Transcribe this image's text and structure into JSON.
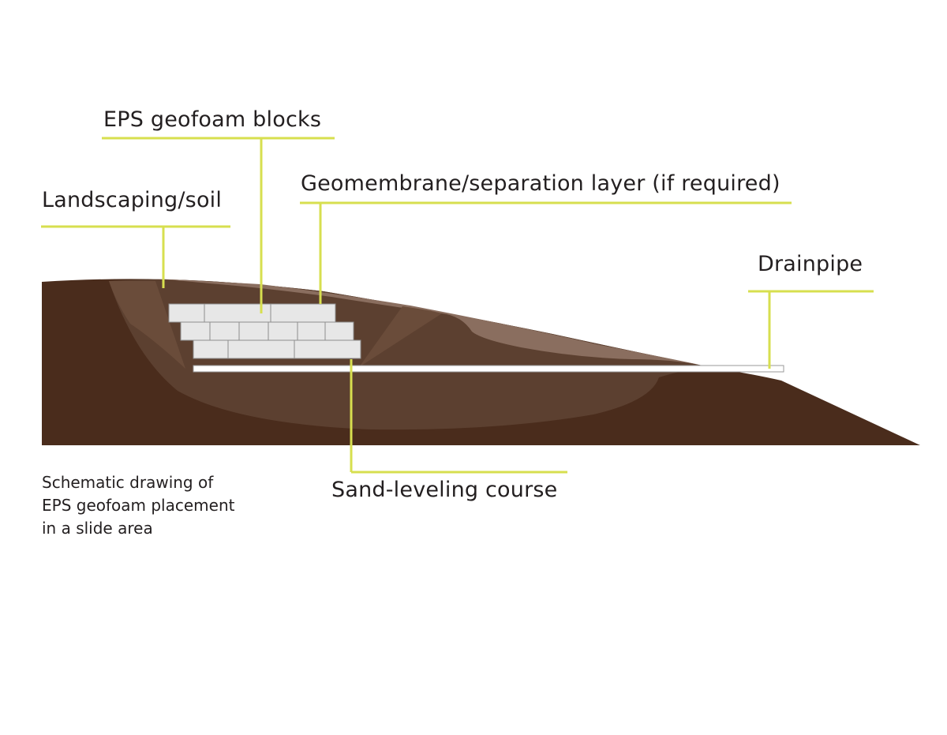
{
  "labels": {
    "eps_blocks": "EPS geofoam blocks",
    "geomembrane": "Geomembrane/separation layer (if required)",
    "landscaping": "Landscaping/soil",
    "drainpipe": "Drainpipe",
    "sand_course": "Sand-leveling course"
  },
  "caption": {
    "line1": "Schematic drawing of",
    "line2": "EPS geofoam placement",
    "line3": "in a slide area"
  },
  "colors": {
    "soil_dark": "#4a2c1c",
    "soil_mid": "#5c4030",
    "soil_light": "#8a6e5f",
    "leader": "#d7df4f",
    "block_fill": "#e7e7e7",
    "block_stroke": "#8e8e8e"
  }
}
